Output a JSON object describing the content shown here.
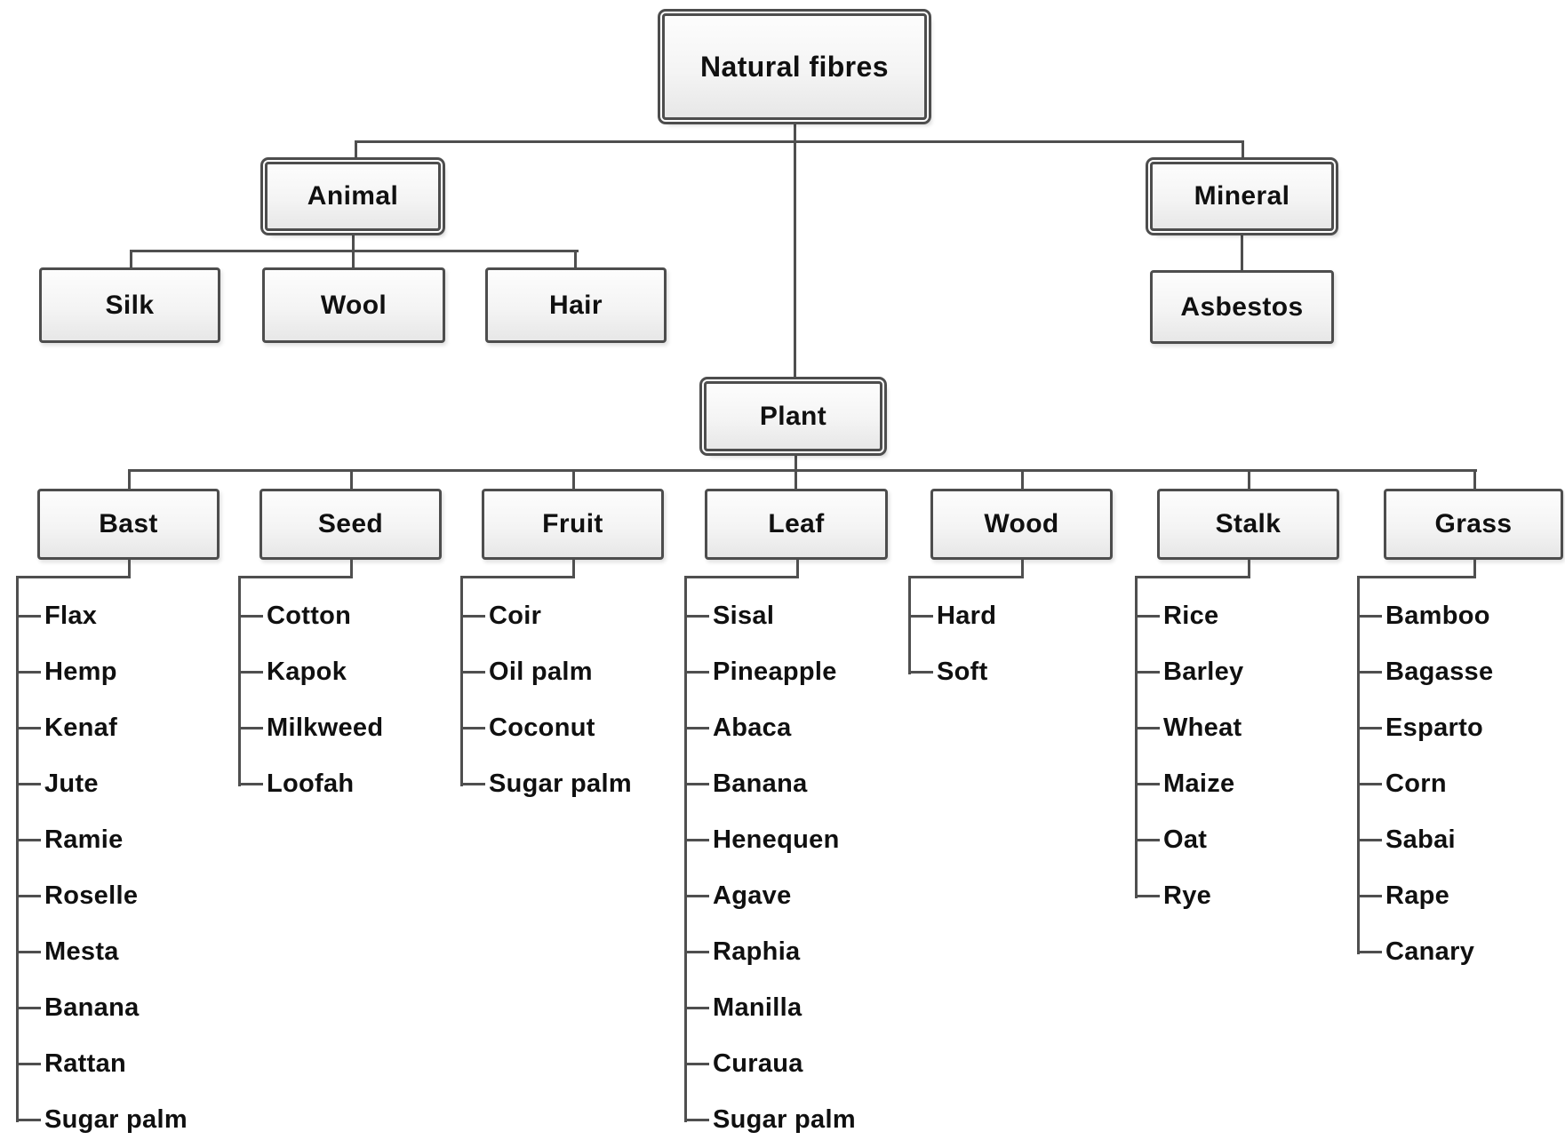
{
  "diagram": {
    "root_label": "Natural fibres",
    "animal": {
      "label": "Animal",
      "children": [
        "Silk",
        "Wool",
        "Hair"
      ]
    },
    "mineral": {
      "label": "Mineral",
      "children": [
        "Asbestos"
      ]
    },
    "plant": {
      "label": "Plant",
      "categories": [
        {
          "label": "Bast",
          "items": [
            "Flax",
            "Hemp",
            "Kenaf",
            "Jute",
            "Ramie",
            "Roselle",
            "Mesta",
            "Banana",
            "Rattan",
            "Sugar palm"
          ]
        },
        {
          "label": "Seed",
          "items": [
            "Cotton",
            "Kapok",
            "Milkweed",
            "Loofah"
          ]
        },
        {
          "label": "Fruit",
          "items": [
            "Coir",
            "Oil palm",
            "Coconut",
            "Sugar palm"
          ]
        },
        {
          "label": "Leaf",
          "items": [
            "Sisal",
            "Pineapple",
            "Abaca",
            "Banana",
            "Henequen",
            "Agave",
            "Raphia",
            "Manilla",
            "Curaua",
            "Sugar palm"
          ]
        },
        {
          "label": "Wood",
          "items": [
            "Hard",
            "Soft"
          ]
        },
        {
          "label": "Stalk",
          "items": [
            "Rice",
            "Barley",
            "Wheat",
            "Maize",
            "Oat",
            "Rye"
          ]
        },
        {
          "label": "Grass",
          "items": [
            "Bamboo",
            "Bagasse",
            "Esparto",
            "Corn",
            "Sabai",
            "Rape",
            "Canary"
          ]
        }
      ]
    },
    "colors": {
      "line": "#4f4f4f",
      "border": "#4d4d4d",
      "text": "#101010",
      "background": "#ffffff"
    }
  }
}
